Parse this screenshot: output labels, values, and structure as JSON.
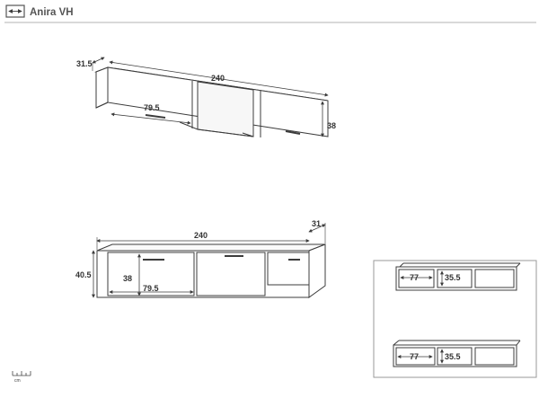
{
  "header": {
    "icon": "dimension-arrows-icon",
    "title": "Anira VH"
  },
  "wall_unit": {
    "depth": "31.5",
    "width": "240",
    "height": "38",
    "door_width": "79.5"
  },
  "floor_unit": {
    "width": "240",
    "depth": "31",
    "height": "40.5",
    "inner_height": "38",
    "door_width": "79.5"
  },
  "inset_top": {
    "compartment_width": "77",
    "compartment_height": "35.5"
  },
  "inset_bottom": {
    "compartment_width": "77",
    "compartment_height": "35.5"
  },
  "scale": {
    "icon": "ruler-icon",
    "unit": "cm"
  },
  "colors": {
    "line": "#3c3c3c",
    "frame": "#9a9a9a",
    "title": "#555555"
  }
}
